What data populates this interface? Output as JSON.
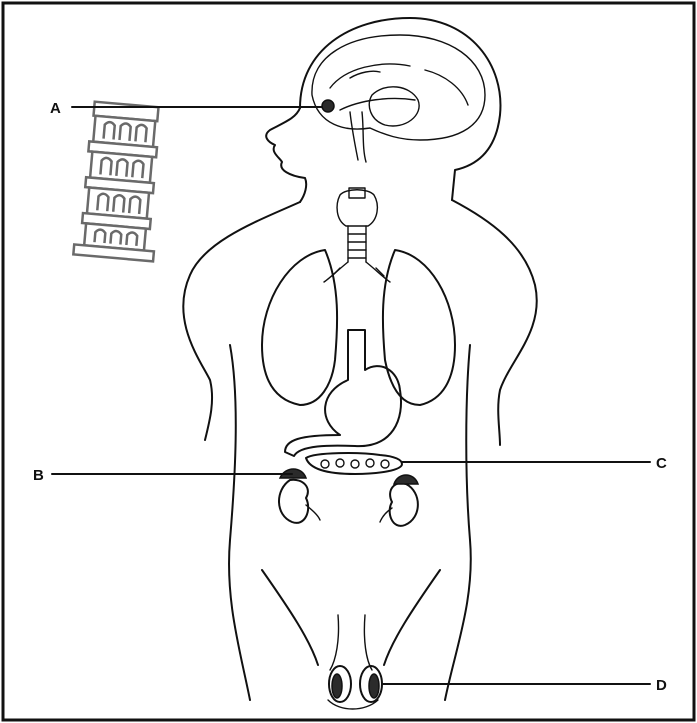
{
  "diagram": {
    "labels": {
      "a": "A",
      "b": "B",
      "c": "C",
      "d": "D"
    },
    "icons": {
      "tower": "leaning-tower-icon"
    },
    "colors": {
      "ink": "#111111",
      "tower": "#6a6a6a",
      "background": "#ffffff"
    }
  }
}
